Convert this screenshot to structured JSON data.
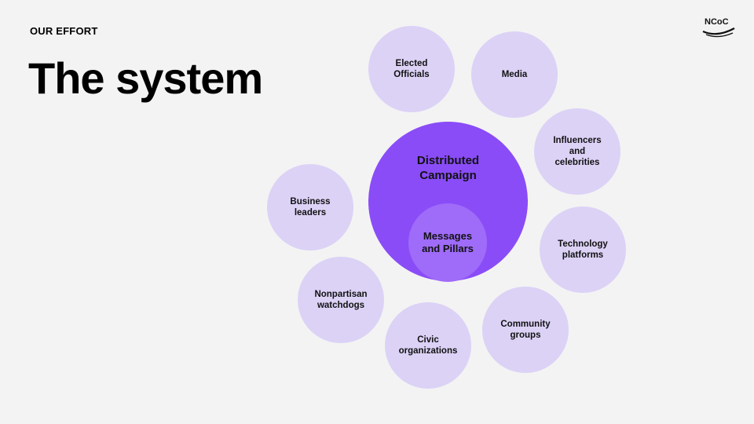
{
  "header": {
    "eyebrow": "OUR EFFORT",
    "title": "The system",
    "logo_text": "NCoC"
  },
  "colors": {
    "background": "#f3f3f3",
    "outer_bubble": "#dcd2f6",
    "center_circle": "#8a4cf7",
    "inner_circle": "#9f6bf9"
  },
  "diagram": {
    "center": "Distributed\nCampaign",
    "core": "Messages\nand Pillars",
    "nodes": [
      "Elected\nOfficials",
      "Media",
      "Influencers\nand\ncelebrities",
      "Technology\nplatforms",
      "Community\ngroups",
      "Civic\norganizations",
      "Nonpartisan\nwatchdogs",
      "Business\nleaders"
    ]
  }
}
